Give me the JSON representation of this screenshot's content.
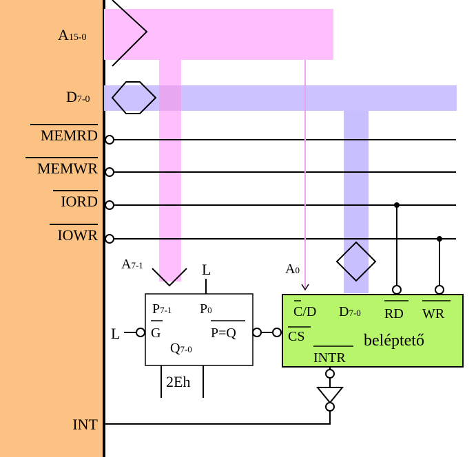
{
  "signals": {
    "address_bus": "A",
    "address_bus_sub": "15-0",
    "data_bus": "D",
    "data_bus_sub": "7-0",
    "memrd": "MEMRD",
    "memwr": "MEMWR",
    "iord": "IORD",
    "iowr": "IOWR",
    "int": "INT"
  },
  "comparator": {
    "addr_label": "A",
    "addr_sub": "7-1",
    "p_label": "P",
    "p_sub": "7-1",
    "p0_label": "P",
    "p0_sub": "0",
    "g_label": "G",
    "q_label": "Q",
    "q_sub": "7-0",
    "peq_label": "P=Q",
    "value_label": "2Eh",
    "l_top": "L",
    "l_left": "L"
  },
  "device": {
    "a0_label": "A",
    "a0_sub": "0",
    "cd_c": "C",
    "cd_rest": "/D",
    "cs": "CS",
    "data_label": "D",
    "data_sub": "7-0",
    "rd": "RD",
    "wr": "WR",
    "intr": "INTR",
    "name": "beléptető"
  },
  "colors": {
    "cpu_panel": "#FBC283",
    "address_bus": "#FFBFFF",
    "data_bus": "#C8BFFF",
    "device_fill": "#B7F56A"
  }
}
